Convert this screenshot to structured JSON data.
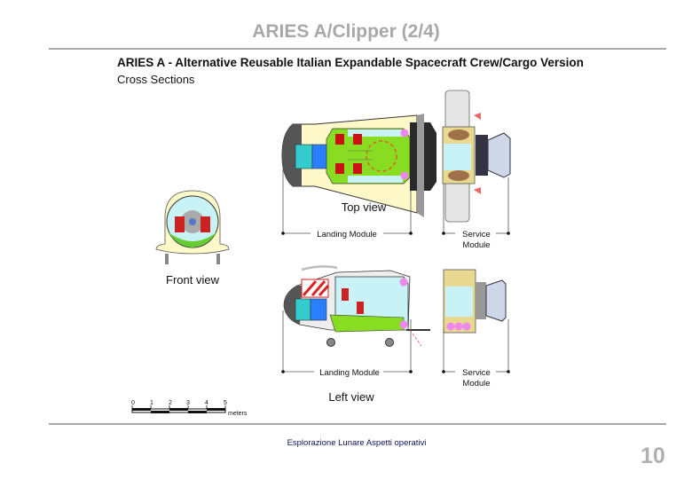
{
  "slide": {
    "title": "ARIES A/Clipper (2/4)",
    "subtitle": "ARIES A - Alternative Reusable Italian Expandable Spacecraft Crew/Cargo Version",
    "section": "Cross Sections",
    "footer": "Esplorazione Lunare Aspetti operativi",
    "page_number": "10"
  },
  "diagram": {
    "top_view": {
      "label": "Top view",
      "landing_module": "Landing Module",
      "service_module_line1": "Service",
      "service_module_line2": "Module"
    },
    "left_view": {
      "label": "Left view",
      "landing_module": "Landing Module",
      "service_module_line1": "Service",
      "service_module_line2": "Module"
    },
    "front_view": {
      "label": "Front view"
    },
    "scale": {
      "ticks": [
        "0",
        "1",
        "2",
        "3",
        "4",
        "5"
      ],
      "unit": "meters"
    }
  }
}
